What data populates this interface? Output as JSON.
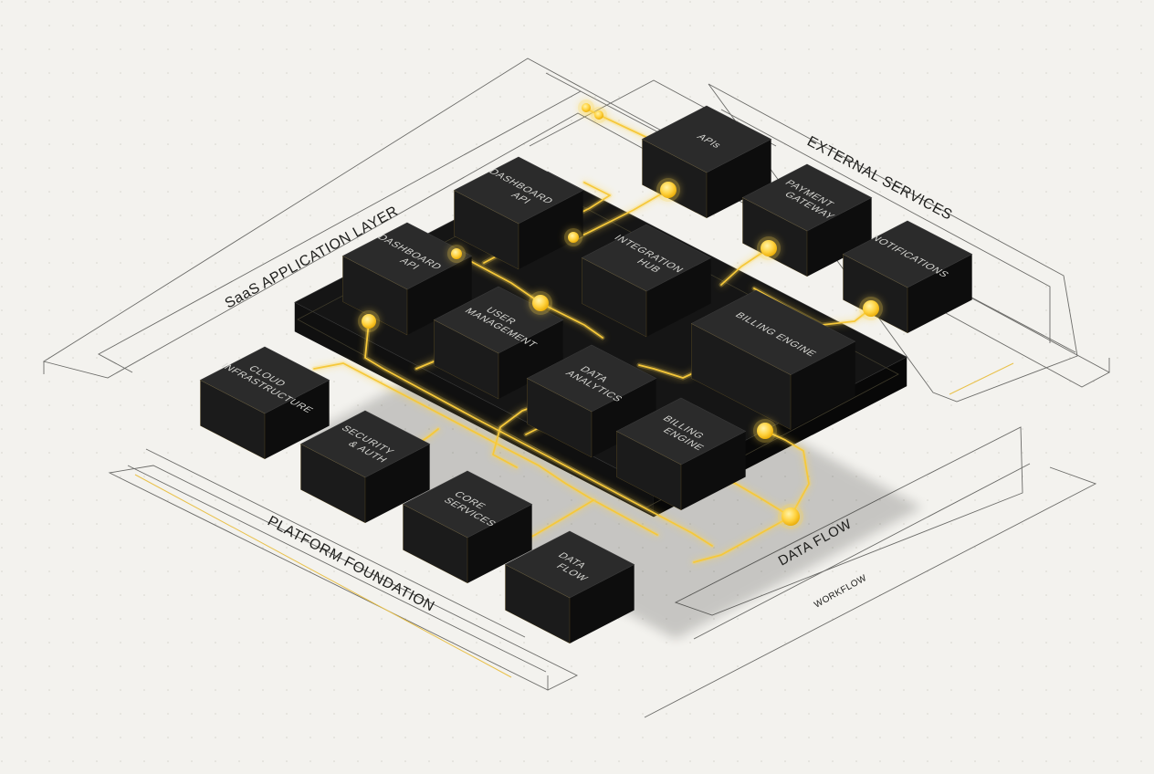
{
  "sections": {
    "application": "SaaS APPLICATION LAYER",
    "external": "EXTERNAL SERVICES",
    "foundation": "PLATFORM FOUNDATION",
    "data_flow": "DATA FLOW",
    "workflow": "WORKFLOW"
  },
  "blocks": [
    {
      "id": "apis",
      "lines": [
        "APIs"
      ]
    },
    {
      "id": "payment-gateway",
      "lines": [
        "PAYMENT",
        "GATEWAY"
      ]
    },
    {
      "id": "notifications",
      "lines": [
        "NOTIFICATIONS"
      ]
    },
    {
      "id": "dashboard-api-back",
      "lines": [
        "DASHBOARD",
        "API"
      ]
    },
    {
      "id": "dashboard-api-front",
      "lines": [
        "DASHBOARD",
        "API"
      ]
    },
    {
      "id": "integration-hub",
      "lines": [
        "INTEGRATION",
        "HUB"
      ]
    },
    {
      "id": "user-management",
      "lines": [
        "USER",
        "MANAGEMENT"
      ]
    },
    {
      "id": "billing-engine-large",
      "lines": [
        "BILLING ENGINE"
      ]
    },
    {
      "id": "data-analytics",
      "lines": [
        "DATA",
        "ANALYTICS"
      ]
    },
    {
      "id": "billing-engine",
      "lines": [
        "BILLING",
        "ENGINE"
      ]
    },
    {
      "id": "cloud-infrastructure",
      "lines": [
        "CLOUD",
        "INFRASTRUCTURE"
      ]
    },
    {
      "id": "security-auth",
      "lines": [
        "SECURITY",
        "& AUTH"
      ]
    },
    {
      "id": "core-services",
      "lines": [
        "CORE",
        "SERVICES"
      ]
    },
    {
      "id": "data-flow-block",
      "lines": [
        "DATA",
        "FLOW"
      ]
    }
  ],
  "colors": {
    "background": "#f3f2ee",
    "block_top": "#2b2b2b",
    "block_left": "#1b1b1b",
    "block_right": "#0d0d0d",
    "platform": "#151515",
    "flow": "#f6c83a",
    "flow_glow": "#ffd84d",
    "node": "#ffd23f",
    "guide": "#6b6b68",
    "label": "#1d1d1b"
  }
}
